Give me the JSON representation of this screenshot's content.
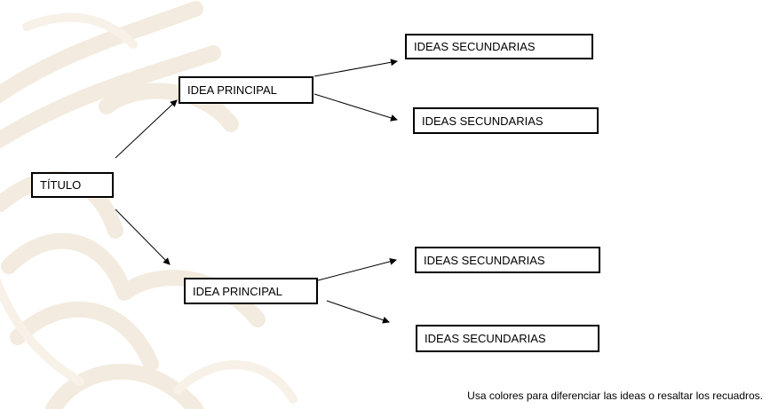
{
  "diagram": {
    "title_node": "TÍTULO",
    "main_ideas": [
      {
        "label": "IDEA PRINCIPAL",
        "secondary": [
          "IDEAS SECUNDARIAS",
          "IDEAS SECUNDARIAS"
        ]
      },
      {
        "label": "IDEA PRINCIPAL",
        "secondary": [
          "IDEAS SECUNDARIAS",
          "IDEAS SECUNDARIAS"
        ]
      }
    ]
  },
  "footnote": "Usa colores para diferenciar las ideas o resaltar los recuadros.",
  "colors": {
    "watermark": "#f4ece0",
    "box_border": "#000000",
    "text": "#000000"
  }
}
